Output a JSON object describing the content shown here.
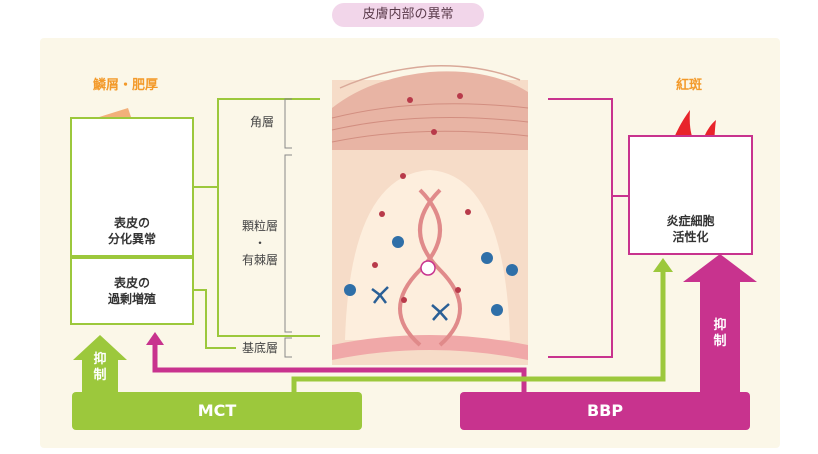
{
  "title": "皮膚内部の異常",
  "left_top_label": "鱗屑・肥厚",
  "right_top_label": "紅斑",
  "box_differentiation": {
    "line1": "表皮の",
    "line2": "分化異常"
  },
  "box_proliferation": {
    "line1": "表皮の",
    "line2": "過剰増殖"
  },
  "box_inflammation": {
    "line1": "炎症細胞",
    "line2": "活性化"
  },
  "layers": {
    "cornified": "角層",
    "granular": "顆粒層",
    "dot": "・",
    "spinous": "有棘層",
    "basal": "基底層"
  },
  "mct_label": "MCT",
  "bbp_label": "BBP",
  "mct_suppress": {
    "c1": "抑",
    "c2": "制"
  },
  "bbp_suppress": {
    "c1": "抑",
    "c2": "制"
  },
  "colors": {
    "green": "#9cc83c",
    "magenta": "#c8338e",
    "orange": "#f39a2a",
    "pill": "#f2d6ea"
  }
}
